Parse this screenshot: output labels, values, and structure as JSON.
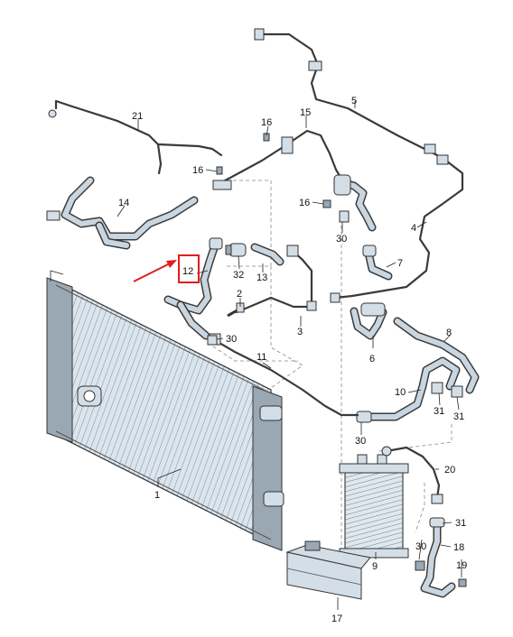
{
  "labels": {
    "l1": "1",
    "l2": "2",
    "l3": "3",
    "l4": "4",
    "l5": "5",
    "l6": "6",
    "l7": "7",
    "l8": "8",
    "l9": "9",
    "l10": "10",
    "l11": "11",
    "l12": "12",
    "l13": "13",
    "l14": "14",
    "l15": "15",
    "l16a": "16",
    "l16b": "16",
    "l16c": "16",
    "l17": "17",
    "l18": "18",
    "l19": "19",
    "l20": "20",
    "l21": "21",
    "l30a": "30",
    "l30b": "30",
    "l30c": "30",
    "l30d": "30",
    "l31a": "31",
    "l31b": "31",
    "l31c": "31",
    "l32": "32"
  },
  "highlight": {
    "part": "12",
    "color": "#e11d1d"
  },
  "colors": {
    "line_art": "#333333",
    "fill": "#d3dee7"
  }
}
